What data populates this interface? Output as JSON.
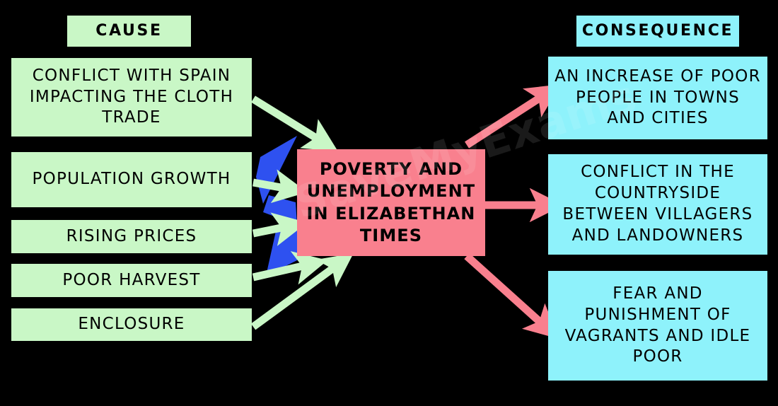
{
  "diagram": {
    "title": "Causes and consequences of poverty and unemployment in Elizabethan times",
    "background_color": "#000000",
    "watermark_text": "SaveMyExams"
  },
  "headers": {
    "cause_label": "CAUSE",
    "consequence_label": "CONSEQUENCE"
  },
  "colors": {
    "cause_box": "#C9F7C6",
    "consequence_box": "#8EF2FB",
    "central_box": "#F9808E",
    "cause_arrow": "#C9F7C6",
    "consequence_arrow": "#F9808E",
    "accent_blue": "#2E51F0",
    "text": "#000000",
    "background": "#000000"
  },
  "causes": [
    {
      "id": "cause-0",
      "label": "CONFLICT WITH SPAIN IMPACTING THE CLOTH TRADE"
    },
    {
      "id": "cause-1",
      "label": "POPULATION GROWTH"
    },
    {
      "id": "cause-2",
      "label": "RISING PRICES"
    },
    {
      "id": "cause-3",
      "label": "POOR HARVEST"
    },
    {
      "id": "cause-4",
      "label": "ENCLOSURE"
    }
  ],
  "central": {
    "label": "POVERTY AND UNEMPLOYMENT IN ELIZABETHAN TIMES"
  },
  "consequences": [
    {
      "id": "consequence-0",
      "label": "AN INCREASE OF POOR PEOPLE IN TOWNS AND CITIES"
    },
    {
      "id": "consequence-1",
      "label": "CONFLICT IN THE COUNTRYSIDE BETWEEN VILLAGERS AND LANDOWNERS"
    },
    {
      "id": "consequence-2",
      "label": "FEAR AND PUNISHMENT OF VAGRANTS AND IDLE POOR"
    }
  ],
  "arrows": {
    "cause_to_central_count": 5,
    "central_to_consequence_count": 3,
    "cause_arrow_direction": "left-to-right",
    "consequence_arrow_direction": "left-to-right"
  }
}
